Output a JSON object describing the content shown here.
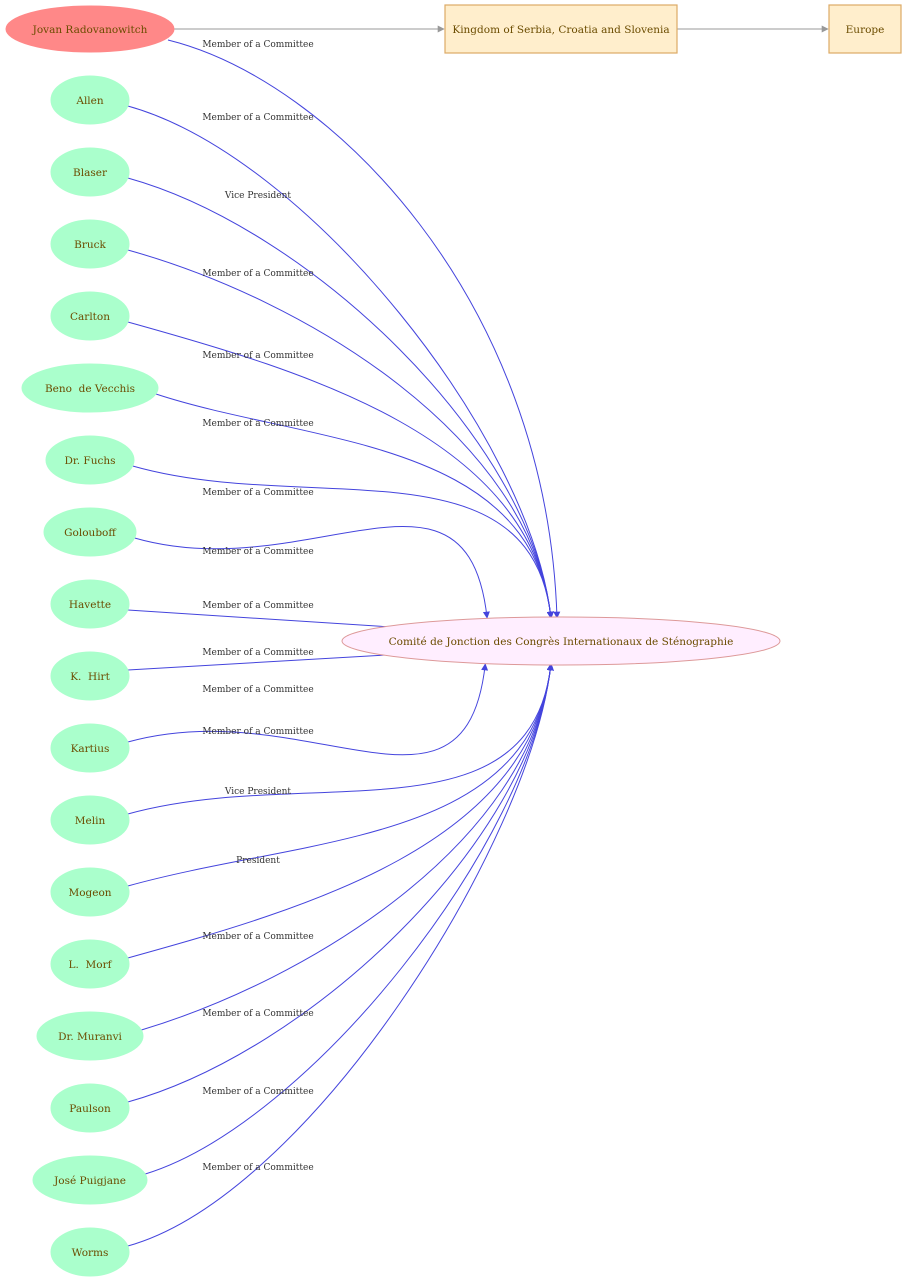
{
  "colors": {
    "person_fill": "#aaffcc",
    "focus_person_fill": "#ff8888",
    "org_fill": "#ffeeff",
    "org_stroke": "#dd9999",
    "place_fill": "#ffeecc",
    "place_stroke": "#ddaa66",
    "membership_edge": "#4444dd",
    "location_edge": "#999999",
    "node_text": "#6b4c00",
    "edge_text": "#333333"
  },
  "focus_person": {
    "name": "Jovan Radovanowitch",
    "role": "Member of a Committee"
  },
  "organization": {
    "name": "Comité de Jonction des Congrès Internationaux de Sténographie"
  },
  "places": [
    {
      "id": "country",
      "name": "Kingdom of Serbia, Croatia and Slovenia"
    },
    {
      "id": "continent",
      "name": "Europe"
    }
  ],
  "members": [
    {
      "name": "Allen",
      "role": "Member of a Committee"
    },
    {
      "name": "Blaser",
      "role": "Vice President"
    },
    {
      "name": "Bruck",
      "role": "Member of a Committee"
    },
    {
      "name": "Carlton",
      "role": "Member of a Committee"
    },
    {
      "name": "Beno  de Vecchis",
      "role": "Member of a Committee"
    },
    {
      "name": "Dr. Fuchs",
      "role": "Member of a Committee"
    },
    {
      "name": "Golouboff",
      "role": "Member of a Committee"
    },
    {
      "name": "Havette",
      "role": "Member of a Committee"
    },
    {
      "name": "K.  Hirt",
      "role": "Member of a Committee"
    },
    {
      "name": "Kartius",
      "role": "Member of a Committee"
    },
    {
      "name": "Melin",
      "role": "Member of a Committee"
    },
    {
      "name": "Mogeon",
      "role": "Vice President"
    },
    {
      "name": "L.  Morf",
      "role": "President"
    },
    {
      "name": "Dr. Muranvi",
      "role": "Member of a Committee"
    },
    {
      "name": "Paulson",
      "role": "Member of a Committee"
    },
    {
      "name": "José Puigjane",
      "role": "Member of a Committee"
    },
    {
      "name": "Worms",
      "role": "Member of a Committee"
    }
  ]
}
